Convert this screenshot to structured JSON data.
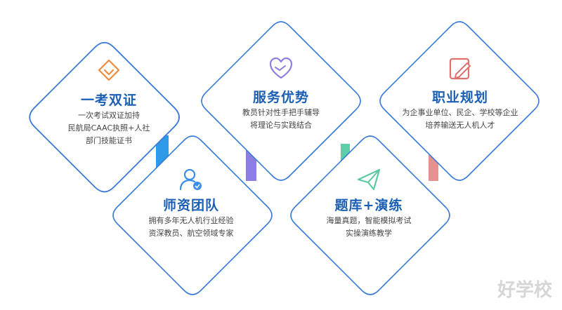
{
  "colors": {
    "title": "#1a5fb4",
    "border": "#3a7ad8",
    "text": "#444444",
    "accent_blue": "#2f9be8",
    "accent_purple": "#8c7de0",
    "accent_green": "#5ccfa8",
    "accent_red": "#e88f8f",
    "icon_orange": "#f08a3e",
    "icon_purple": "#8c7de0",
    "icon_red": "#e07070",
    "icon_blue": "#3a8ee8",
    "icon_green": "#5cc8a0"
  },
  "cards": [
    {
      "title": "一考双证",
      "lines": [
        "一次考试双证加持",
        "民航局CAAC执照+人社",
        "部门技能证书"
      ],
      "icon": "diamond-heart-icon"
    },
    {
      "title": "服务优势",
      "lines": [
        "教员针对性手把手辅导",
        "将理论与实践结合"
      ],
      "icon": "handshake-heart-icon"
    },
    {
      "title": "职业规划",
      "lines": [
        "为企事业单位、民企、学校等企业",
        "培养输送无人机人才"
      ],
      "icon": "pencil-note-icon"
    },
    {
      "title": "师资团队",
      "lines": [
        "拥有多年无人机行业经验",
        "资深教员、航空领域专家"
      ],
      "icon": "teacher-avatar-icon"
    },
    {
      "title": "题库+演练",
      "lines": [
        "海量真题，智能模拟考试",
        "实操演练教学"
      ],
      "icon": "paper-plane-icon"
    }
  ],
  "watermark": "好学校"
}
